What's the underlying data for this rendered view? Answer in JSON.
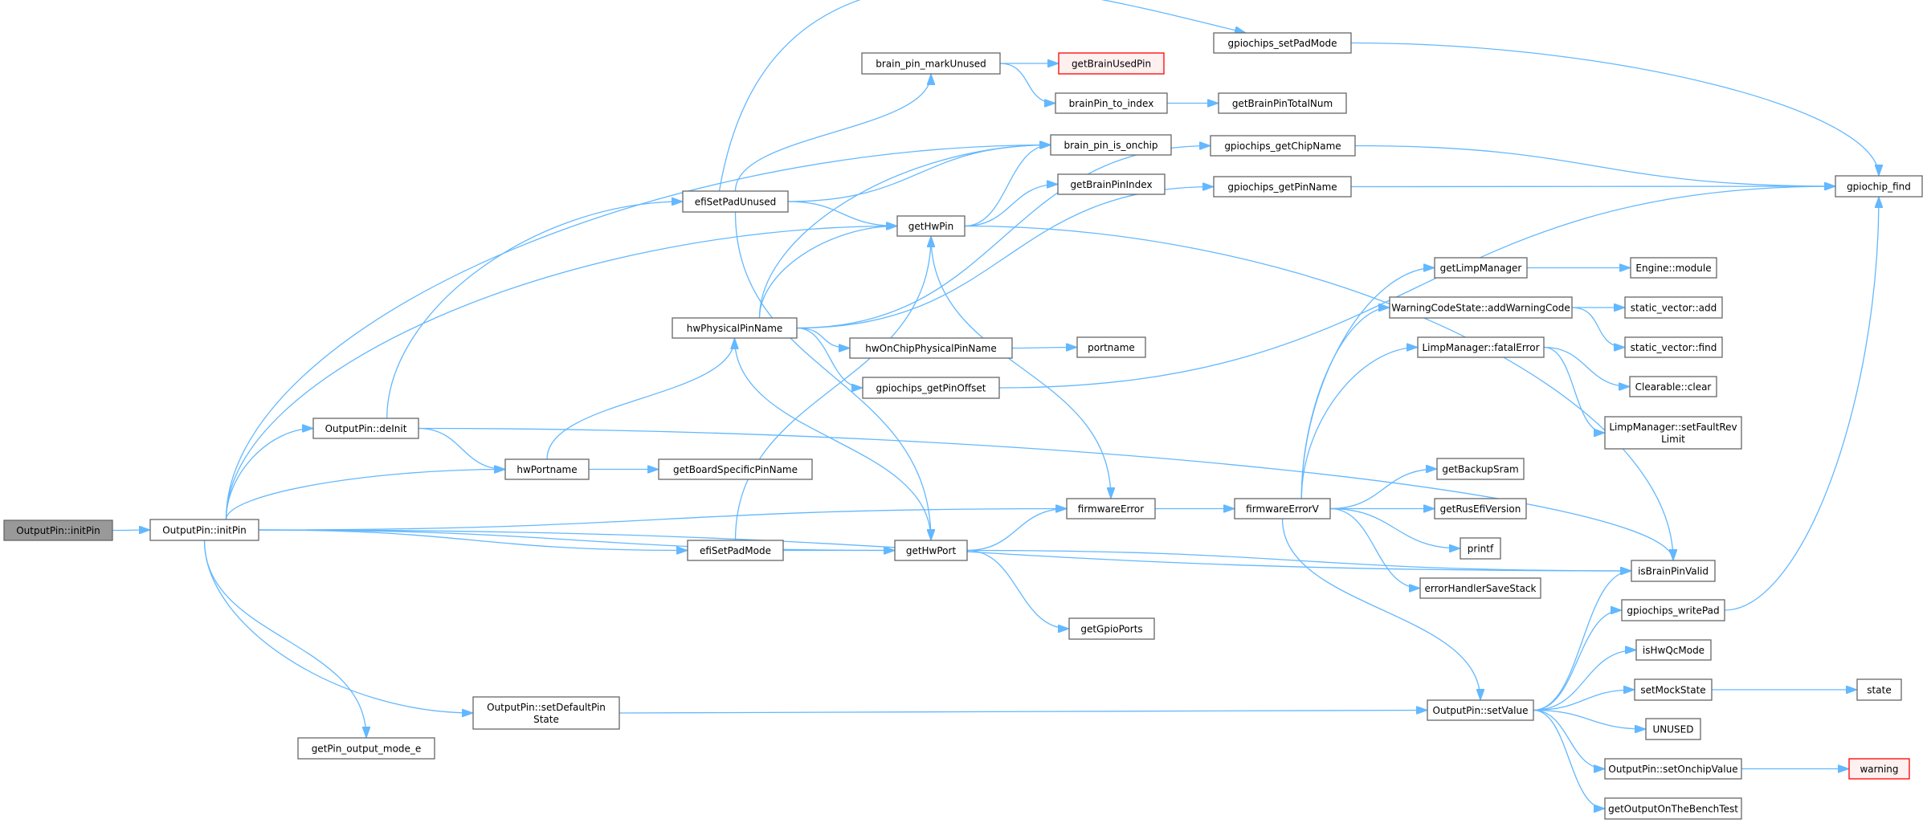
{
  "colors": {
    "edge": "#63b8ff",
    "node_border": "#666666",
    "node_fill": "#ffffff",
    "root_fill": "#999999",
    "root_border": "#666666",
    "warn_border": "#ff0000",
    "warn_fill": "#fff0f0"
  },
  "nodes": [
    {
      "id": "root",
      "lines": [
        "OutputPin::initPin"
      ],
      "style": "root"
    },
    {
      "id": "initPin",
      "lines": [
        "OutputPin::initPin"
      ],
      "style": "normal"
    },
    {
      "id": "deInit",
      "lines": [
        "OutputPin::deInit"
      ],
      "style": "normal"
    },
    {
      "id": "hwPortname",
      "lines": [
        "hwPortname"
      ],
      "style": "normal"
    },
    {
      "id": "getBoardSpecificPinName",
      "lines": [
        "getBoardSpecificPinName"
      ],
      "style": "normal"
    },
    {
      "id": "efiSetPadUnused",
      "lines": [
        "efiSetPadUnused"
      ],
      "style": "normal"
    },
    {
      "id": "hwPhysicalPinName",
      "lines": [
        "hwPhysicalPinName"
      ],
      "style": "normal"
    },
    {
      "id": "efiSetPadMode",
      "lines": [
        "efiSetPadMode"
      ],
      "style": "normal"
    },
    {
      "id": "setDefaultPinState",
      "lines": [
        "OutputPin::setDefaultPin",
        "State"
      ],
      "style": "normal"
    },
    {
      "id": "getPin_output_mode_e",
      "lines": [
        "getPin_output_mode_e"
      ],
      "style": "normal"
    },
    {
      "id": "getHwPin",
      "lines": [
        "getHwPin"
      ],
      "style": "normal"
    },
    {
      "id": "getHwPort",
      "lines": [
        "getHwPort"
      ],
      "style": "normal"
    },
    {
      "id": "brain_pin_markUnused",
      "lines": [
        "brain_pin_markUnused"
      ],
      "style": "normal"
    },
    {
      "id": "getBrainUsedPin",
      "lines": [
        "getBrainUsedPin"
      ],
      "style": "warn"
    },
    {
      "id": "brainPin_to_index",
      "lines": [
        "brainPin_to_index"
      ],
      "style": "normal"
    },
    {
      "id": "brain_pin_is_onchip",
      "lines": [
        "brain_pin_is_onchip"
      ],
      "style": "normal"
    },
    {
      "id": "getBrainPinIndex",
      "lines": [
        "getBrainPinIndex"
      ],
      "style": "normal"
    },
    {
      "id": "hwOnChipPhysicalPinName",
      "lines": [
        "hwOnChipPhysicalPinName"
      ],
      "style": "normal"
    },
    {
      "id": "portname",
      "lines": [
        "portname"
      ],
      "style": "normal"
    },
    {
      "id": "gpiochips_getPinOffset",
      "lines": [
        "gpiochips_getPinOffset"
      ],
      "style": "normal"
    },
    {
      "id": "firmwareError",
      "lines": [
        "firmwareError"
      ],
      "style": "normal"
    },
    {
      "id": "getGpioPorts",
      "lines": [
        "getGpioPorts"
      ],
      "style": "normal"
    },
    {
      "id": "gpiochips_setPadMode",
      "lines": [
        "gpiochips_setPadMode"
      ],
      "style": "normal"
    },
    {
      "id": "getBrainPinTotalNum",
      "lines": [
        "getBrainPinTotalNum"
      ],
      "style": "normal"
    },
    {
      "id": "gpiochips_getChipName",
      "lines": [
        "gpiochips_getChipName"
      ],
      "style": "normal"
    },
    {
      "id": "gpiochips_getPinName",
      "lines": [
        "gpiochips_getPinName"
      ],
      "style": "normal"
    },
    {
      "id": "firmwareErrorV",
      "lines": [
        "firmwareErrorV"
      ],
      "style": "normal"
    },
    {
      "id": "getLimpManager",
      "lines": [
        "getLimpManager"
      ],
      "style": "normal"
    },
    {
      "id": "addWarningCode",
      "lines": [
        "WarningCodeState::addWarningCode"
      ],
      "style": "normal"
    },
    {
      "id": "fatalError",
      "lines": [
        "LimpManager::fatalError"
      ],
      "style": "normal"
    },
    {
      "id": "getBackupSram",
      "lines": [
        "getBackupSram"
      ],
      "style": "normal"
    },
    {
      "id": "getRusEfiVersion",
      "lines": [
        "getRusEfiVersion"
      ],
      "style": "normal"
    },
    {
      "id": "printf",
      "lines": [
        "printf"
      ],
      "style": "normal"
    },
    {
      "id": "errorHandlerSaveStack",
      "lines": [
        "errorHandlerSaveStack"
      ],
      "style": "normal"
    },
    {
      "id": "setValue",
      "lines": [
        "OutputPin::setValue"
      ],
      "style": "normal"
    },
    {
      "id": "engineModule",
      "lines": [
        "Engine::module"
      ],
      "style": "normal"
    },
    {
      "id": "svAdd",
      "lines": [
        "static_vector::add"
      ],
      "style": "normal"
    },
    {
      "id": "svFind",
      "lines": [
        "static_vector::find"
      ],
      "style": "normal"
    },
    {
      "id": "clearableClear",
      "lines": [
        "Clearable::clear"
      ],
      "style": "normal"
    },
    {
      "id": "setFaultRevLimit",
      "lines": [
        "LimpManager::setFaultRev",
        "Limit"
      ],
      "style": "normal"
    },
    {
      "id": "isBrainPinValid",
      "lines": [
        "isBrainPinValid"
      ],
      "style": "normal"
    },
    {
      "id": "gpiochips_writePad",
      "lines": [
        "gpiochips_writePad"
      ],
      "style": "normal"
    },
    {
      "id": "isHwQcMode",
      "lines": [
        "isHwQcMode"
      ],
      "style": "normal"
    },
    {
      "id": "setMockState",
      "lines": [
        "setMockState"
      ],
      "style": "normal"
    },
    {
      "id": "UNUSED",
      "lines": [
        "UNUSED"
      ],
      "style": "normal"
    },
    {
      "id": "setOnchipValue",
      "lines": [
        "OutputPin::setOnchipValue"
      ],
      "style": "normal"
    },
    {
      "id": "getOutputOnTheBenchTest",
      "lines": [
        "getOutputOnTheBenchTest"
      ],
      "style": "normal"
    },
    {
      "id": "gpiochip_find",
      "lines": [
        "gpiochip_find"
      ],
      "style": "normal"
    },
    {
      "id": "state",
      "lines": [
        "state"
      ],
      "style": "normal"
    },
    {
      "id": "warning",
      "lines": [
        "warning"
      ],
      "style": "warn"
    }
  ],
  "edges": [
    [
      "root",
      "initPin"
    ],
    [
      "initPin",
      "brain_pin_is_onchip"
    ],
    [
      "initPin",
      "getHwPin"
    ],
    [
      "initPin",
      "deInit"
    ],
    [
      "initPin",
      "hwPortname"
    ],
    [
      "initPin",
      "firmwareError"
    ],
    [
      "initPin",
      "efiSetPadMode"
    ],
    [
      "initPin",
      "getHwPort"
    ],
    [
      "initPin",
      "isBrainPinValid"
    ],
    [
      "initPin",
      "setDefaultPinState"
    ],
    [
      "initPin",
      "getPin_output_mode_e"
    ],
    [
      "deInit",
      "efiSetPadUnused"
    ],
    [
      "deInit",
      "hwPortname"
    ],
    [
      "deInit",
      "isBrainPinValid"
    ],
    [
      "hwPortname",
      "hwPhysicalPinName"
    ],
    [
      "hwPortname",
      "getBoardSpecificPinName"
    ],
    [
      "efiSetPadUnused",
      "gpiochips_setPadMode"
    ],
    [
      "efiSetPadUnused",
      "brain_pin_markUnused"
    ],
    [
      "efiSetPadUnused",
      "brain_pin_is_onchip"
    ],
    [
      "efiSetPadUnused",
      "getHwPin"
    ],
    [
      "efiSetPadUnused",
      "getHwPort"
    ],
    [
      "hwPhysicalPinName",
      "brain_pin_is_onchip"
    ],
    [
      "hwPhysicalPinName",
      "getHwPin"
    ],
    [
      "hwPhysicalPinName",
      "gpiochips_getChipName"
    ],
    [
      "hwPhysicalPinName",
      "gpiochips_getPinName"
    ],
    [
      "hwPhysicalPinName",
      "hwOnChipPhysicalPinName"
    ],
    [
      "hwPhysicalPinName",
      "gpiochips_getPinOffset"
    ],
    [
      "hwPhysicalPinName",
      "getHwPort"
    ],
    [
      "efiSetPadMode",
      "getHwPin"
    ],
    [
      "efiSetPadMode",
      "getHwPort"
    ],
    [
      "getHwPin",
      "brain_pin_is_onchip"
    ],
    [
      "getHwPin",
      "getBrainPinIndex"
    ],
    [
      "getHwPin",
      "firmwareError"
    ],
    [
      "getHwPin",
      "isBrainPinValid"
    ],
    [
      "getHwPort",
      "firmwareError"
    ],
    [
      "getHwPort",
      "getGpioPorts"
    ],
    [
      "getHwPort",
      "isBrainPinValid"
    ],
    [
      "brain_pin_markUnused",
      "getBrainUsedPin"
    ],
    [
      "brain_pin_markUnused",
      "brainPin_to_index"
    ],
    [
      "brainPin_to_index",
      "getBrainPinTotalNum"
    ],
    [
      "hwOnChipPhysicalPinName",
      "portname"
    ],
    [
      "gpiochips_setPadMode",
      "gpiochip_find"
    ],
    [
      "gpiochips_getChipName",
      "gpiochip_find"
    ],
    [
      "gpiochips_getPinName",
      "gpiochip_find"
    ],
    [
      "gpiochips_getPinOffset",
      "gpiochip_find"
    ],
    [
      "firmwareError",
      "firmwareErrorV"
    ],
    [
      "firmwareErrorV",
      "getLimpManager"
    ],
    [
      "firmwareErrorV",
      "addWarningCode"
    ],
    [
      "firmwareErrorV",
      "fatalError"
    ],
    [
      "firmwareErrorV",
      "getBackupSram"
    ],
    [
      "firmwareErrorV",
      "getRusEfiVersion"
    ],
    [
      "firmwareErrorV",
      "printf"
    ],
    [
      "firmwareErrorV",
      "errorHandlerSaveStack"
    ],
    [
      "firmwareErrorV",
      "setValue"
    ],
    [
      "getLimpManager",
      "engineModule"
    ],
    [
      "addWarningCode",
      "svAdd"
    ],
    [
      "addWarningCode",
      "svFind"
    ],
    [
      "fatalError",
      "clearableClear"
    ],
    [
      "fatalError",
      "setFaultRevLimit"
    ],
    [
      "setDefaultPinState",
      "setValue"
    ],
    [
      "setValue",
      "isBrainPinValid"
    ],
    [
      "setValue",
      "gpiochips_writePad"
    ],
    [
      "setValue",
      "isHwQcMode"
    ],
    [
      "setValue",
      "setMockState"
    ],
    [
      "setValue",
      "UNUSED"
    ],
    [
      "setValue",
      "setOnchipValue"
    ],
    [
      "setValue",
      "getOutputOnTheBenchTest"
    ],
    [
      "gpiochips_writePad",
      "gpiochip_find"
    ],
    [
      "setMockState",
      "state"
    ],
    [
      "setOnchipValue",
      "warning"
    ]
  ]
}
